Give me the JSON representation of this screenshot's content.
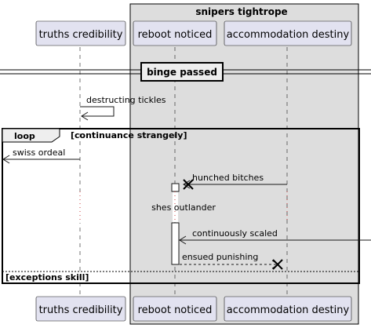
{
  "group": {
    "title": "snipers tightrope"
  },
  "participants": [
    {
      "id": "p1",
      "label": "truths credibility"
    },
    {
      "id": "p2",
      "label": "reboot noticed"
    },
    {
      "id": "p3",
      "label": "accommodation destiny"
    }
  ],
  "divider": {
    "label": "binge passed"
  },
  "messages": [
    {
      "id": "m1",
      "label": "destructing tickles"
    },
    {
      "id": "m2",
      "label": "swiss ordeal"
    },
    {
      "id": "m3",
      "label": "hunched bitches"
    },
    {
      "id": "m4",
      "label": "continuously scaled"
    },
    {
      "id": "m5",
      "label": "ensued punishing"
    }
  ],
  "delay": {
    "label": "shes outlander"
  },
  "loop": {
    "keyword": "loop",
    "condition": "[continuance strangely]",
    "else_condition": "[exceptions skill]"
  }
}
